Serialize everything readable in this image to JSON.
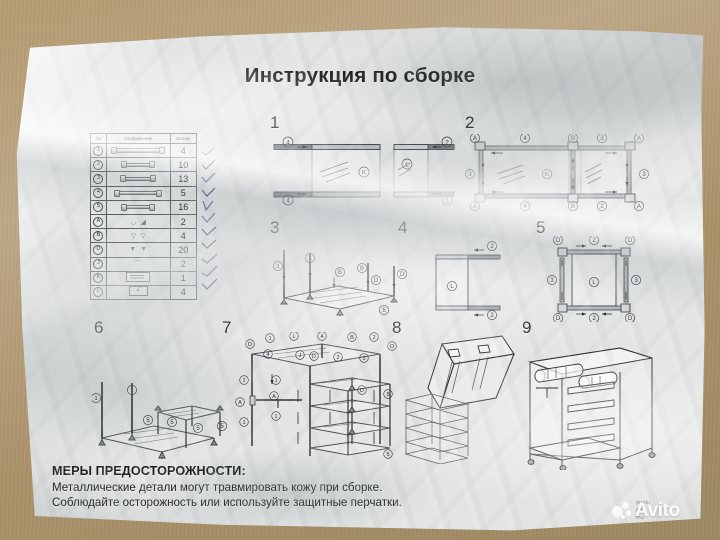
{
  "document": {
    "title": "Инструкция по сборке",
    "medium": "photographed crumpled paper instruction sheet"
  },
  "parts_table": {
    "headers": [
      "№",
      "Изображение",
      "Кол-во"
    ],
    "rows": [
      {
        "id": "1",
        "type": "circled-number",
        "image": "long-rod-with-end-caps",
        "qty": "4",
        "checked": true
      },
      {
        "id": "2",
        "type": "circled-number",
        "image": "short-rod",
        "qty": "10",
        "checked": true
      },
      {
        "id": "3",
        "type": "circled-number",
        "image": "medium-rod",
        "qty": "13",
        "checked": true
      },
      {
        "id": "4",
        "type": "circled-number",
        "image": "long-rod",
        "qty": "5",
        "checked": true
      },
      {
        "id": "5",
        "type": "circled-number",
        "image": "short-rod-pair",
        "qty": "16",
        "checked": true
      },
      {
        "id": "A",
        "type": "circled-letter",
        "image": "corner-connector",
        "qty": "2",
        "checked": true
      },
      {
        "id": "B",
        "type": "circled-letter",
        "image": "three-way-connector",
        "qty": "4",
        "checked": true
      },
      {
        "id": "D",
        "type": "circled-letter",
        "image": "four-way-connector",
        "qty": "20",
        "checked": true
      },
      {
        "id": "J",
        "type": "circled-letter",
        "image": "curved-hook",
        "qty": "2",
        "checked": true
      },
      {
        "id": "K",
        "type": "circled-letter",
        "image": "large-shelf-panel",
        "qty": "1",
        "checked": true
      },
      {
        "id": "L",
        "type": "circled-letter",
        "image": "small-shelf-panel",
        "qty": "4",
        "checked": true
      }
    ]
  },
  "steps": [
    {
      "number": "1",
      "caption": "",
      "labels": [
        "4",
        "2",
        "5",
        "K",
        "L"
      ]
    },
    {
      "number": "2",
      "caption": "",
      "labels": [
        "A",
        "4",
        "B",
        "2",
        "A",
        "3",
        "K",
        "4",
        "B",
        "2",
        "A"
      ]
    },
    {
      "number": "3",
      "caption": "",
      "labels": [
        "1",
        "1",
        "B",
        "B",
        "D",
        "D",
        "5"
      ]
    },
    {
      "number": "4",
      "caption": "",
      "labels": [
        "L",
        "2",
        "2"
      ]
    },
    {
      "number": "5",
      "caption": "",
      "labels": [
        "D",
        "2",
        "D",
        "3",
        "L",
        "3",
        "D",
        "2",
        "D"
      ]
    },
    {
      "number": "6",
      "caption": "",
      "labels": [
        "1",
        "1",
        "5",
        "5",
        "5",
        "5"
      ]
    },
    {
      "number": "7",
      "caption": "",
      "labels": [
        "1",
        "L",
        "4",
        "B",
        "2",
        "D",
        "1",
        "4",
        "J",
        "D",
        "2",
        "3",
        "D",
        "1",
        "A",
        "A",
        "1",
        "D",
        "5",
        "5",
        "5"
      ]
    },
    {
      "number": "8",
      "caption": "",
      "labels": []
    },
    {
      "number": "9",
      "caption": "",
      "labels": []
    }
  ],
  "warning": {
    "heading": "МЕРЫ ПРЕДОСТОРОЖНОСТИ:",
    "line1": "Металлические детали могут травмировать кожу при сборке.",
    "line2": "Соблюдайте осторожность или используйте защитные перчатки."
  },
  "edge_text": {
    "l1": "produ",
    "l2": "6A",
    "l3": "thu",
    "l4": "AR VALIE"
  },
  "watermark": {
    "label": "Avito",
    "icon": "avito-dots-logo"
  },
  "colors": {
    "paper": "#e3e5e4",
    "surface": "#b09a72",
    "ink": "#1b1e20",
    "line": "#55595c"
  }
}
